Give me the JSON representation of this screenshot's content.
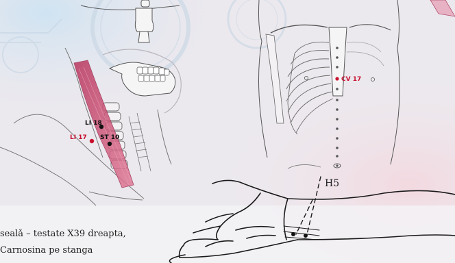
{
  "points": {
    "li18": "LI 18",
    "li17": "LI 17",
    "st10": "ST 10",
    "cv17": "CV 17",
    "h5": "H5"
  },
  "caption": {
    "line1": "sealǎ – testate X39  dreapta,",
    "line2": "Carnosina pe stanga"
  },
  "colors": {
    "accent_red": "#c8102e",
    "muscle_pink": "#c84a70",
    "background": "#ece9ee",
    "ink": "#444444"
  }
}
